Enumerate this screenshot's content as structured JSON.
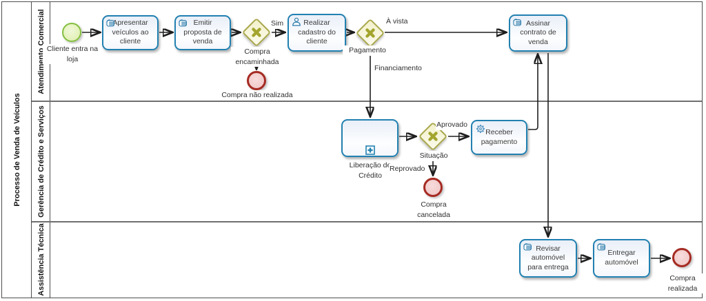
{
  "pool": {
    "title": "Processo de Venda de Veículos"
  },
  "lanes": [
    {
      "label": "Atendimento Comercial"
    },
    {
      "label": "Gerência de Crédito e Serviços"
    },
    {
      "label": "Assistência Técnica"
    }
  ],
  "events": {
    "start": {
      "label": "Cliente entra na loja"
    },
    "end_not_done": {
      "label": "Compra não realizada"
    },
    "end_cancelled": {
      "label": "Compra cancelada"
    },
    "end_done": {
      "label": "Compra realizada"
    }
  },
  "tasks": {
    "apresentar": {
      "label": "Apresentar veículos ao cliente",
      "type": "manual",
      "icon": "hand-icon"
    },
    "emitir": {
      "label": "Emitir proposta de venda",
      "type": "manual",
      "icon": "hand-icon"
    },
    "cadastro": {
      "label": "Realizar cadastro do cliente",
      "type": "user",
      "icon": "user-icon"
    },
    "assinar": {
      "label": "Assinar contrato de venda",
      "type": "manual",
      "icon": "hand-icon"
    },
    "receber": {
      "label": "Receber pagamento",
      "type": "service",
      "icon": "gear-icon"
    },
    "revisar": {
      "label": "Revisar automóvel para entrega",
      "type": "manual",
      "icon": "hand-icon"
    },
    "entregar": {
      "label": "Entregar automóvel",
      "type": "manual",
      "icon": "hand-icon"
    }
  },
  "subprocess": {
    "label": "Liberação de Crédito"
  },
  "gateways": {
    "encaminhada": {
      "label": "Compra encaminhada"
    },
    "pagamento": {
      "label": "Pagamento"
    },
    "situacao": {
      "label": "Situação"
    }
  },
  "flow_labels": {
    "sim": "Sim",
    "a_vista": "À vista",
    "financiamento": "Financiamento",
    "aprovado": "Aprovado",
    "reprovado": "Reprovado"
  },
  "colors": {
    "task_border": "#2180b0",
    "task_fill": "#edf2f9",
    "gateway_border": "#a9a84c",
    "gateway_fill": "#f7f6dc",
    "gateway_mark": "#a3a52e",
    "start_border": "#84bf41",
    "start_fill": "#e3f2bf",
    "end_border": "#a52a22",
    "end_fill": "#f3caca",
    "flow_line": "#1e1e1e"
  }
}
